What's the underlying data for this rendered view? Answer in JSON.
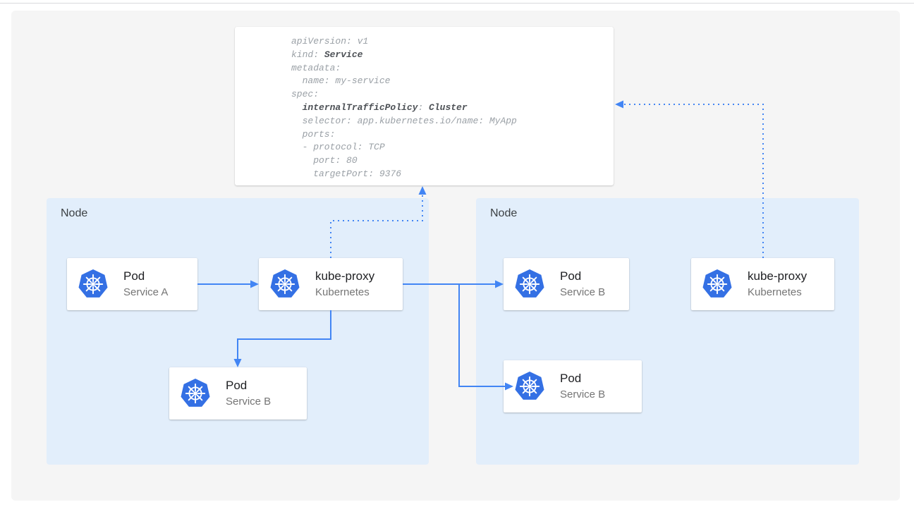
{
  "colors": {
    "accent": "#4285f4",
    "node_bg": "#e2eefb",
    "logo_blue": "#3470e4",
    "panel_bg": "#f5f5f5",
    "card_title": "#202124",
    "card_subtitle": "#757575",
    "node_label": "#3c4043",
    "code_regular": "#9aa0a6",
    "code_bold": "#4d5156"
  },
  "code_card": {
    "lines": [
      {
        "segments": [
          {
            "t": "apiVersion: v1",
            "b": false
          }
        ]
      },
      {
        "segments": [
          {
            "t": "kind: ",
            "b": false
          },
          {
            "t": "Service",
            "b": true
          }
        ]
      },
      {
        "segments": [
          {
            "t": "metadata:",
            "b": false
          }
        ]
      },
      {
        "segments": [
          {
            "t": "  name: my-service",
            "b": false
          }
        ]
      },
      {
        "segments": [
          {
            "t": "spec:",
            "b": false
          }
        ]
      },
      {
        "segments": [
          {
            "t": "  ",
            "b": false
          },
          {
            "t": "internalTrafficPolicy",
            "b": true
          },
          {
            "t": ": ",
            "b": false
          },
          {
            "t": "Cluster",
            "b": true
          }
        ]
      },
      {
        "segments": [
          {
            "t": "  selector: app.kubernetes.io/name: MyApp",
            "b": false
          }
        ]
      },
      {
        "segments": [
          {
            "t": "  ports:",
            "b": false
          }
        ]
      },
      {
        "segments": [
          {
            "t": "  - protocol: TCP",
            "b": false
          }
        ]
      },
      {
        "segments": [
          {
            "t": "    port: 80",
            "b": false
          }
        ]
      },
      {
        "segments": [
          {
            "t": "    targetPort: 9376",
            "b": false
          }
        ]
      }
    ]
  },
  "nodes": [
    {
      "label": "Node",
      "cards": [
        {
          "icon": "kubernetes-logo",
          "title": "Pod",
          "subtitle": "Service A"
        },
        {
          "icon": "kubernetes-logo",
          "title": "kube-proxy",
          "subtitle": "Kubernetes"
        },
        {
          "icon": "kubernetes-logo",
          "title": "Pod",
          "subtitle": "Service B"
        }
      ]
    },
    {
      "label": "Node",
      "cards": [
        {
          "icon": "kubernetes-logo",
          "title": "Pod",
          "subtitle": "Service B"
        },
        {
          "icon": "kubernetes-logo",
          "title": "kube-proxy",
          "subtitle": "Kubernetes"
        },
        {
          "icon": "kubernetes-logo",
          "title": "Pod",
          "subtitle": "Service B"
        }
      ]
    }
  ]
}
